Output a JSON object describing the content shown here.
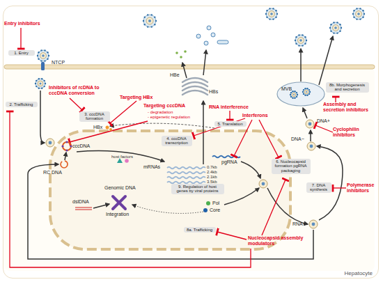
{
  "diagram": {
    "nodes": [
      {
        "text": [
          "Hepatocyte"
        ]
      },
      {
        "text": [
          "1. Entry"
        ],
        "in": 0
      },
      {
        "text": [
          "2. Trafficking"
        ],
        "in": 0
      },
      {
        "text": [
          "3. cccDNA formation"
        ],
        "in": 0
      },
      {
        "text": [
          "4. cccDNA transcription"
        ],
        "in": 0
      },
      {
        "text": [
          "5. Translation"
        ],
        "in": 0
      },
      {
        "text": [
          "6. Nucleocapsid formation pgRNA packaging"
        ],
        "in": 0
      },
      {
        "text": [
          "7. DNA synthesis"
        ],
        "in": 0
      },
      {
        "text": [
          "8b. Morphogenesis and secretion"
        ],
        "in": 0
      },
      {
        "text": [
          "8a. Trafficking"
        ],
        "in": 0
      },
      {
        "text": [
          "9. Regulation of host genes by viral proteins"
        ],
        "in": 0
      }
    ],
    "labels": [
      "Entry inhibitors",
      "NTCP",
      "Inhibitors of rcDNA to cccDNA conversion",
      "Targeting HBx",
      "Targeting cccDNA",
      "- degradation",
      "- epigenetic regulation",
      "RNA interference",
      "Interferons",
      "Assembly and secretion inhibitors",
      "Cyclophilin inhibitors",
      "Polymerase inhibitors",
      "Nucleocapsid assembly modulators",
      "HBx",
      "cccDNA",
      "host factors",
      "RC DNA",
      "mRNAs",
      "0.7kb",
      "2.4kb",
      "2.1kb",
      "3.5kb",
      "pgRNA",
      "Pol",
      "Core",
      "Genomic DNA",
      "dslDNA",
      "Integration",
      "HBe",
      "HBs",
      "MVB",
      "DNA+",
      "DNA−",
      "RNA+"
    ]
  }
}
